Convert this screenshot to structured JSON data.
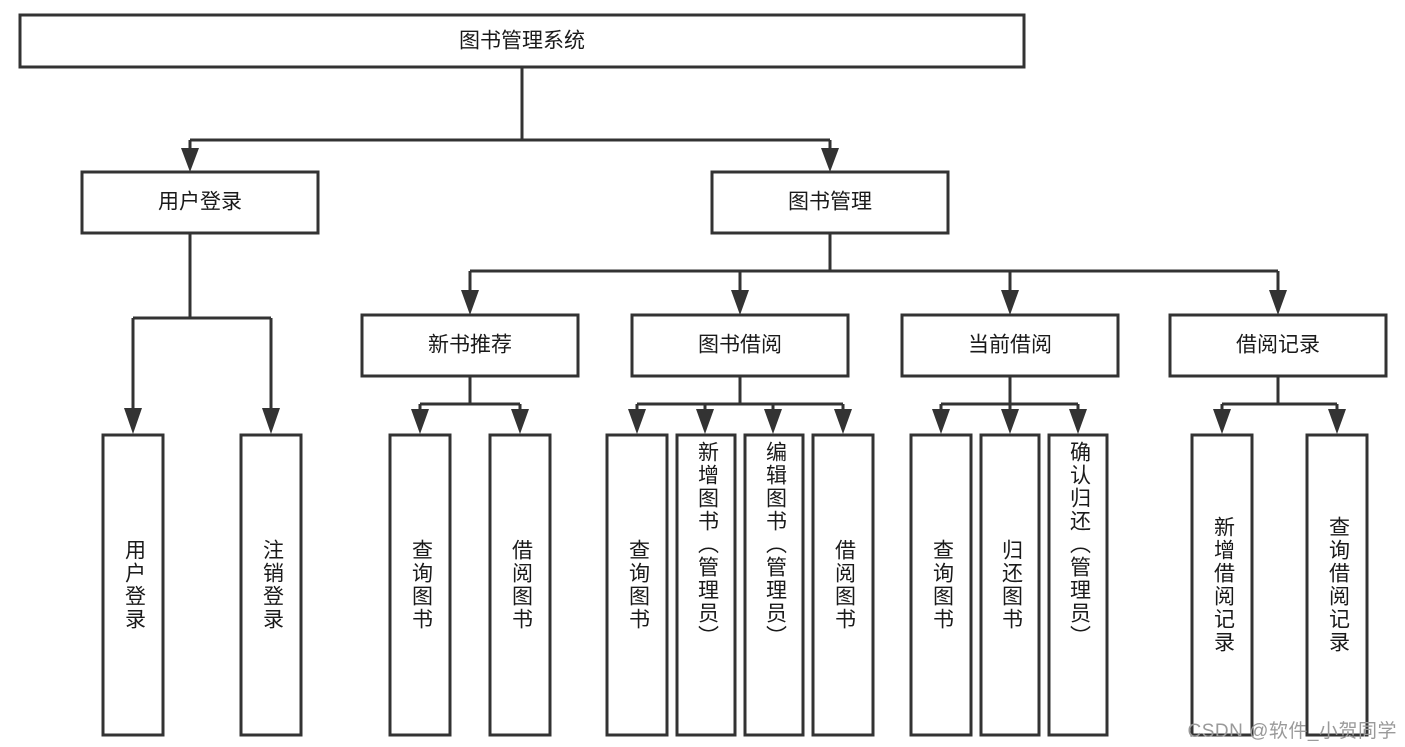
{
  "diagram": {
    "type": "tree-hierarchy-flowchart",
    "title": "图书管理系统",
    "watermark": "CSDN @软件_小贺同学",
    "colors": {
      "background": "#ffffff",
      "stroke": "#333333",
      "node_fill": "#ffffff",
      "text": "#1a1a1a",
      "watermark": "#9a9a9a"
    },
    "levels": [
      {
        "level": 1,
        "nodes": [
          {
            "id": "root",
            "label": "图书管理系统",
            "orientation": "horizontal"
          }
        ]
      },
      {
        "level": 2,
        "nodes": [
          {
            "id": "login",
            "label": "用户登录",
            "orientation": "horizontal",
            "parent": "root"
          },
          {
            "id": "bookmgmt",
            "label": "图书管理",
            "orientation": "horizontal",
            "parent": "root"
          }
        ]
      },
      {
        "level": 3,
        "nodes": [
          {
            "id": "newbook",
            "label": "新书推荐",
            "orientation": "horizontal",
            "parent": "bookmgmt"
          },
          {
            "id": "borrow",
            "label": "图书借阅",
            "orientation": "horizontal",
            "parent": "bookmgmt"
          },
          {
            "id": "current",
            "label": "当前借阅",
            "orientation": "horizontal",
            "parent": "bookmgmt"
          },
          {
            "id": "record",
            "label": "借阅记录",
            "orientation": "horizontal",
            "parent": "bookmgmt"
          }
        ]
      },
      {
        "level": 4,
        "nodes": [
          {
            "id": "leaf1",
            "label": "用户登录",
            "orientation": "vertical",
            "parent": "login"
          },
          {
            "id": "leaf2",
            "label": "注销登录",
            "orientation": "vertical",
            "parent": "login"
          },
          {
            "id": "leaf3",
            "label": "查询图书",
            "orientation": "vertical",
            "parent": "newbook"
          },
          {
            "id": "leaf4",
            "label": "借阅图书",
            "orientation": "vertical",
            "parent": "newbook"
          },
          {
            "id": "leaf5",
            "label": "查询图书",
            "orientation": "vertical",
            "parent": "borrow"
          },
          {
            "id": "leaf6",
            "label": "新增图书（管理员）",
            "orientation": "vertical",
            "parent": "borrow"
          },
          {
            "id": "leaf7",
            "label": "编辑图书（管理员）",
            "orientation": "vertical",
            "parent": "borrow"
          },
          {
            "id": "leaf8",
            "label": "借阅图书",
            "orientation": "vertical",
            "parent": "borrow"
          },
          {
            "id": "leaf9",
            "label": "查询图书",
            "orientation": "vertical",
            "parent": "current"
          },
          {
            "id": "leaf10",
            "label": "归还图书",
            "orientation": "vertical",
            "parent": "current"
          },
          {
            "id": "leaf11",
            "label": "确认归还（管理员）",
            "orientation": "vertical",
            "parent": "current"
          },
          {
            "id": "leaf12",
            "label": "新增借阅记录",
            "orientation": "vertical",
            "parent": "record"
          },
          {
            "id": "leaf13",
            "label": "查询借阅记录",
            "orientation": "vertical",
            "parent": "record"
          }
        ]
      }
    ]
  }
}
